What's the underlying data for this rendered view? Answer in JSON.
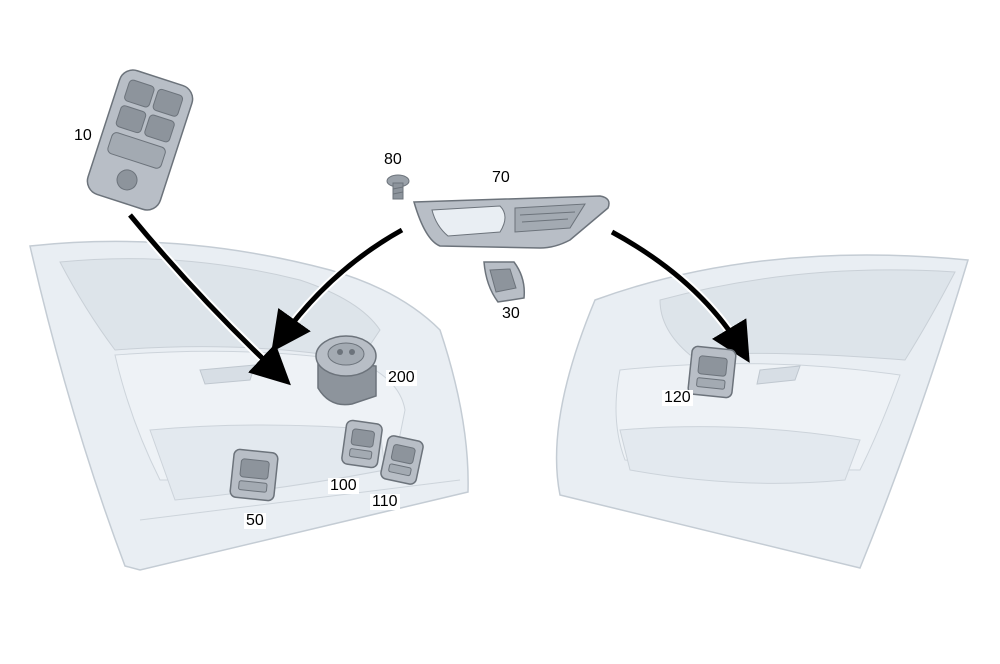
{
  "callouts": {
    "c10": "10",
    "c80": "80",
    "c70": "70",
    "c30": "30",
    "c200": "200",
    "c100": "100",
    "c110": "110",
    "c50": "50",
    "c120": "120"
  },
  "colors": {
    "door_fill": "#e9eef3",
    "door_stroke": "#c4ccd4",
    "door_inner": "#dde4ea",
    "part_fill": "#b8bec6",
    "part_dark": "#8d949c",
    "part_stroke": "#6c737b",
    "arrow": "#000000"
  },
  "icons": {
    "part_10": "driver-window-switch-cluster-icon",
    "part_80": "screw-icon",
    "part_70": "door-handle-trim-bezel-icon",
    "part_30": "seat-adjust-switch-icon",
    "part_200": "rotary-mirror-switch-icon",
    "part_100": "window-switch-icon",
    "part_110": "window-switch-icon",
    "part_50": "window-switch-icon",
    "part_120": "rear-window-switch-icon"
  }
}
